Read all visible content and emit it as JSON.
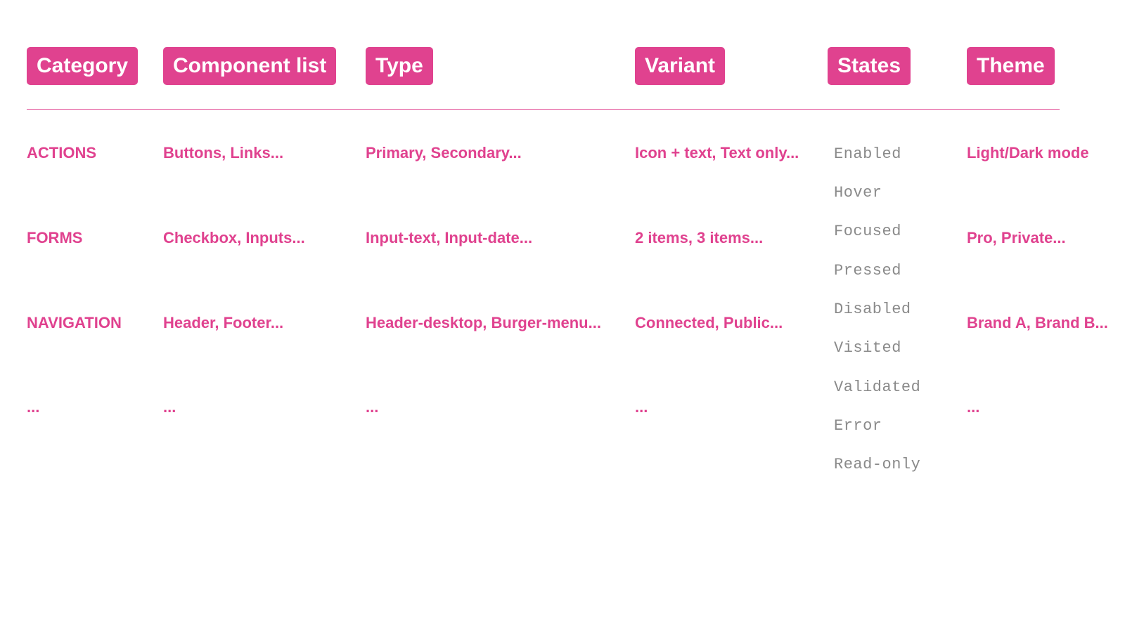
{
  "headers": {
    "category": "Category",
    "component_list": "Component list",
    "type": "Type",
    "variant": "Variant",
    "states": "States",
    "theme": "Theme"
  },
  "rows": [
    {
      "category": "ACTIONS",
      "component_list": "Buttons, Links...",
      "type": "Primary, Secondary...",
      "variant": "Icon + text, Text only...",
      "theme": "Light/Dark mode"
    },
    {
      "category": "FORMS",
      "component_list": "Checkbox, Inputs...",
      "type": "Input-text, Input-date...",
      "variant": "2 items, 3 items...",
      "theme": "Pro, Private..."
    },
    {
      "category": "NAVIGATION",
      "component_list": "Header, Footer...",
      "type": "Header-desktop, Burger-menu...",
      "variant": "Connected, Public...",
      "theme": "Brand A, Brand B..."
    },
    {
      "category": "...",
      "component_list": "...",
      "type": "...",
      "variant": "...",
      "theme": "..."
    }
  ],
  "states": [
    "Enabled",
    "Hover",
    "Focused",
    "Pressed",
    "Disabled",
    "Visited",
    "Validated",
    "Error",
    "Read-only"
  ],
  "colors": {
    "accent": "#e0428f",
    "state_text": "#8a8a8a",
    "background": "#ffffff"
  }
}
